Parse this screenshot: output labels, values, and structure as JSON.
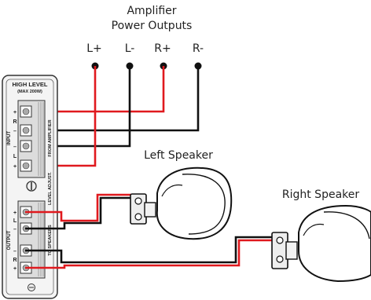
{
  "amplifier": {
    "title_line1": "Amplifier",
    "title_line2": "Power Outputs",
    "terminals": [
      "L+",
      "L-",
      "R+",
      "R-"
    ]
  },
  "panel": {
    "heading": "HIGH LEVEL",
    "subheading": "(MAX 200W)",
    "input_label": "INPUT",
    "output_label": "OUTPUT",
    "from_amplifier_label": "FROM AMPLIFIER",
    "to_speakers_label": "TO SPEAKERS",
    "level_adjust_label": "LEVEL ADJUST.",
    "input_signs": [
      "+",
      "–",
      "–",
      "+"
    ],
    "input_channels": [
      "R",
      "L"
    ],
    "output_signs": [
      "+",
      "–",
      "–",
      "+"
    ],
    "output_channels": [
      "L",
      "R"
    ]
  },
  "speakers": {
    "left_label": "Left Speaker",
    "right_label": "Right Speaker"
  },
  "colors": {
    "positive_wire": "#e0191e",
    "negative_wire": "#111111"
  }
}
